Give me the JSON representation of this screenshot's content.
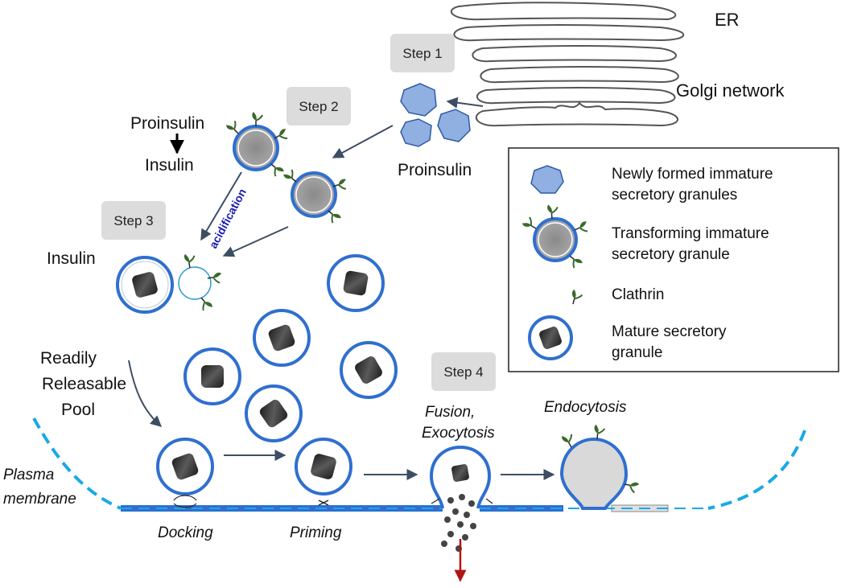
{
  "labels": {
    "er": "ER",
    "golgi": "Golgi network",
    "proinsulin_bottom": "Proinsulin",
    "proinsulin_left": "Proinsulin",
    "insulin_left": "Insulin",
    "insulin_step3": "Insulin",
    "acidification": "acidification",
    "rrp_line1": "Readily",
    "rrp_line2": "Releasable",
    "rrp_line3": "Pool",
    "plasma_line1": "Plasma",
    "plasma_line2": "membrane",
    "docking": "Docking",
    "priming": "Priming",
    "fusion_line1": "Fusion,",
    "fusion_line2": "Exocytosis",
    "endocytosis": "Endocytosis"
  },
  "steps": [
    "Step 1",
    "Step 2",
    "Step 3",
    "Step 4"
  ],
  "legend": {
    "immature_line1": "Newly formed immature",
    "immature_line2": "secretory granules",
    "transforming_line1": "Transforming immature",
    "transforming_line2": "secretory granule",
    "clathrin": "Clathrin",
    "mature_line1": "Mature secretory",
    "mature_line2": "granule"
  },
  "colors": {
    "membrane_blue": "#2f6fd0",
    "membrane_dashed": "#19a9e6",
    "immature_fill": "#8fb0e0",
    "core_dark": "#3a3a3a",
    "release_arrow": "#b01515",
    "clathrin_green": "#3a6a2a"
  }
}
